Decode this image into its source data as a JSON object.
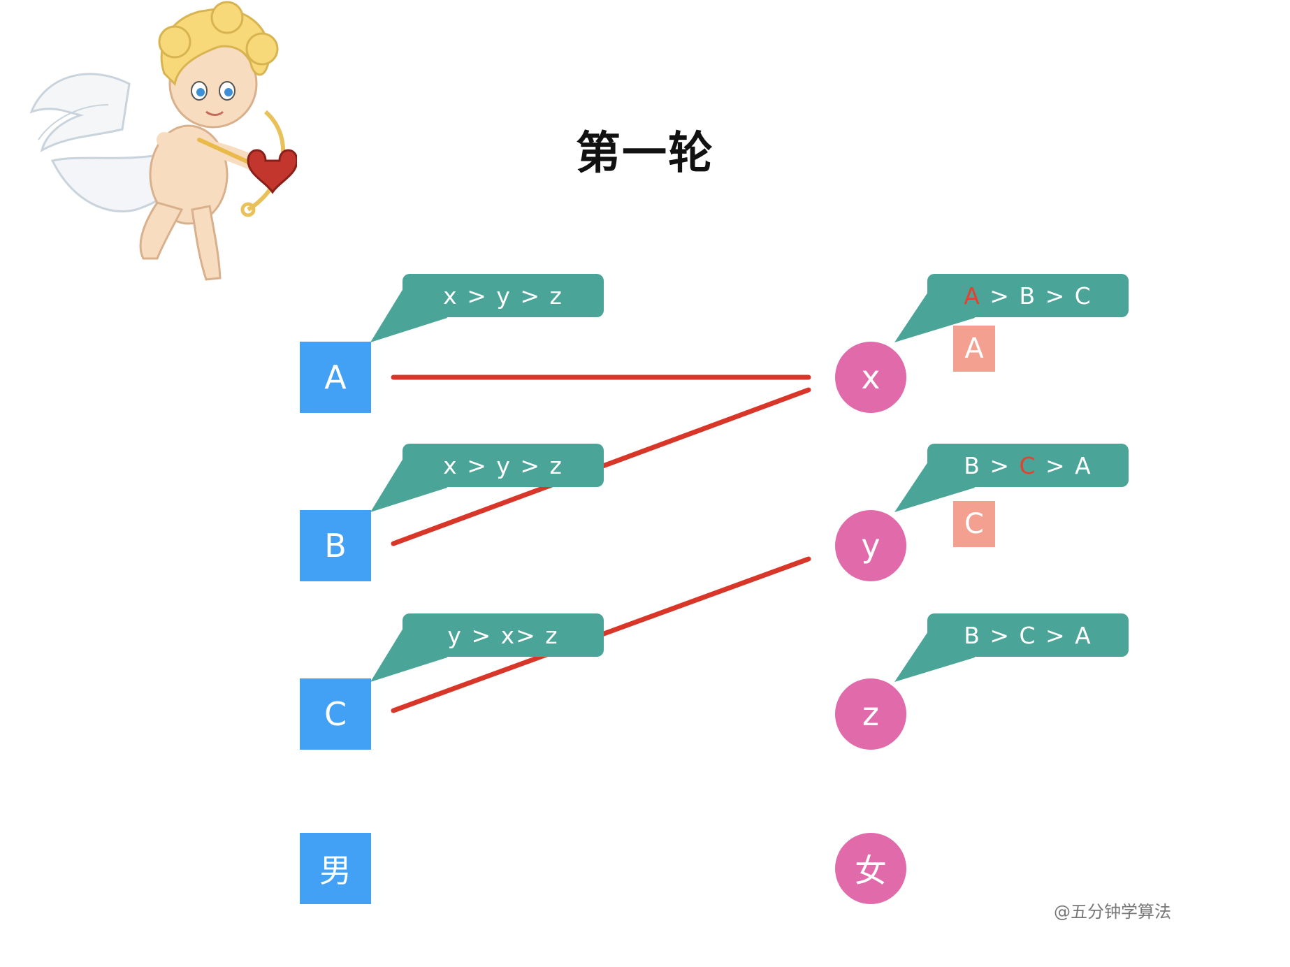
{
  "title": "第一轮",
  "men": [
    {
      "id": "A",
      "label": "A",
      "preference": "x > y > z"
    },
    {
      "id": "B",
      "label": "B",
      "preference": "x > y > z"
    },
    {
      "id": "C",
      "label": "C",
      "preference": "y > x> z"
    }
  ],
  "women": [
    {
      "id": "x",
      "label": "x",
      "preference": [
        "A",
        " > B > C"
      ],
      "held_proposal": "A"
    },
    {
      "id": "y",
      "label": "y",
      "preference": [
        "B > ",
        "C",
        " > A"
      ],
      "held_proposal": "C"
    },
    {
      "id": "z",
      "label": "z",
      "preference": [
        "B > C > A"
      ]
    }
  ],
  "legend": {
    "men_label": "男",
    "women_label": "女"
  },
  "proposals": [
    {
      "from": "A",
      "to": "x"
    },
    {
      "from": "B",
      "to": "x"
    },
    {
      "from": "C",
      "to": "y"
    }
  ],
  "colors": {
    "man": "#42a0f5",
    "woman": "#e06aaa",
    "bubble": "#4aa598",
    "proposal_line": "#d9362a",
    "highlight_text": "#e4412f",
    "held_tag": "#f4a090"
  },
  "watermark": "@五分钟学算法",
  "decoration": "cupid-illustration"
}
